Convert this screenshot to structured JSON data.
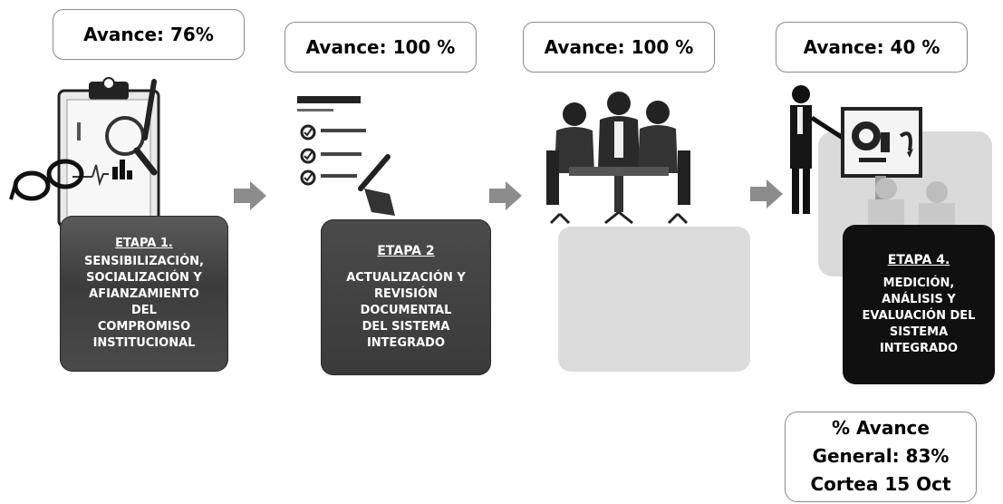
{
  "stages": [
    {
      "avance": "Avance: 76%",
      "title": "ETAPA 1.",
      "description": "SENSIBILIZACIÓN,\nSOCIALIZACIÓN Y\nAFIANZAMIENTO\nDEL\nCOMPROMISO\nINSTITUCIONAL",
      "illustration": "clipboard-glasses-icon"
    },
    {
      "avance": "Avance: 100 %",
      "title": "ETAPA 2",
      "description": "ACTUALIZACIÓN Y\nREVISIÓN\nDOCUMENTAL\nDEL SISTEMA\nINTEGRADO",
      "illustration": "checklist-icon"
    },
    {
      "avance": "Avance: 100 %",
      "title": "",
      "description": "",
      "illustration": "team-meeting-icon"
    },
    {
      "avance": "Avance: 40 %",
      "title": "ETAPA 4.",
      "description": "MEDICIÓN,\nANÁLISIS Y\nEVALUACIÓN DEL\nSISTEMA\nINTEGRADO",
      "illustration": "presentation-chart-icon"
    }
  ],
  "general": {
    "line1": "% Avance",
    "line2": "General: 83%",
    "line3": "Cortea 15 Oct"
  },
  "colors": {
    "arrow": "#8c8c8c",
    "card_dark": "#3c3c3c",
    "card_black": "#101010",
    "card_faded": "#dcdcdc"
  }
}
